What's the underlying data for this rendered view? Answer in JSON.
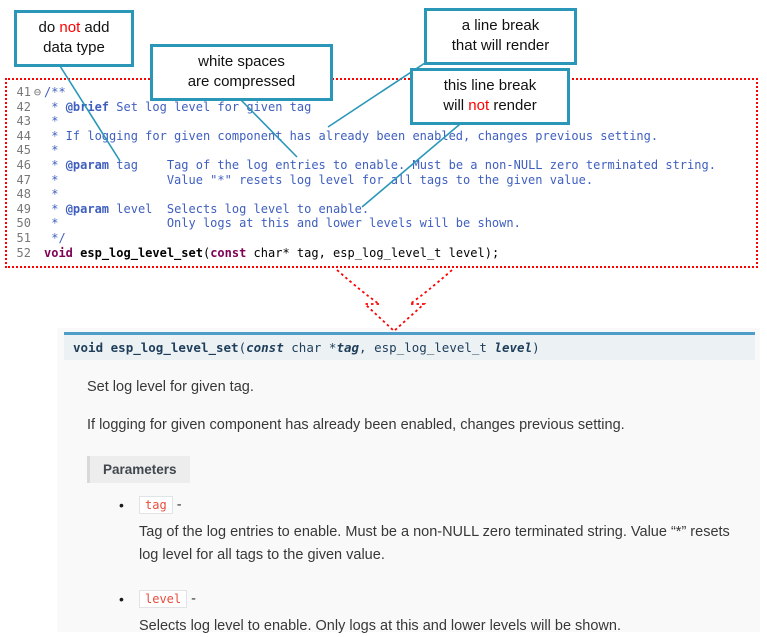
{
  "colors": {
    "callout_accent": "#2a97b8",
    "highlight_red": "#ff0000",
    "doc_comment_blue": "#3f5fbf",
    "keyword_purple": "#7f0055",
    "literal_red": "#e74c3c",
    "signature_border_blue": "#4f9dc9"
  },
  "callouts": {
    "no_datatype": {
      "lines": [
        [
          {
            "t": "do "
          },
          {
            "t": "not",
            "c": "red"
          },
          {
            "t": " add"
          }
        ],
        [
          {
            "t": "data type"
          }
        ]
      ]
    },
    "whitespace": {
      "lines": [
        [
          {
            "t": "white spaces"
          }
        ],
        [
          {
            "t": "are  compressed"
          }
        ]
      ]
    },
    "break_render": {
      "lines": [
        [
          {
            "t": "a line break"
          }
        ],
        [
          {
            "t": "that will render"
          }
        ]
      ]
    },
    "break_norender": {
      "lines": [
        [
          {
            "t": "this line break"
          }
        ],
        [
          {
            "t": "will "
          },
          {
            "t": "not",
            "c": "red"
          },
          {
            "t": " render"
          }
        ]
      ]
    }
  },
  "code": {
    "fold_icon": "⊖",
    "lines": [
      {
        "num": "41",
        "fold": true,
        "segments": [
          {
            "t": "/**",
            "c": "doc"
          }
        ]
      },
      {
        "num": "42",
        "segments": [
          {
            "t": " * ",
            "c": "doc"
          },
          {
            "t": "@brief",
            "c": "tag"
          },
          {
            "t": " Set log level for given tag",
            "c": "doc"
          }
        ]
      },
      {
        "num": "43",
        "segments": [
          {
            "t": " *",
            "c": "doc"
          }
        ]
      },
      {
        "num": "44",
        "segments": [
          {
            "t": " * If logging for given component has already been enabled, changes previous setting.",
            "c": "doc"
          }
        ]
      },
      {
        "num": "45",
        "segments": [
          {
            "t": " *",
            "c": "doc"
          }
        ]
      },
      {
        "num": "46",
        "segments": [
          {
            "t": " * ",
            "c": "doc"
          },
          {
            "t": "@param",
            "c": "tag"
          },
          {
            "t": " tag    Tag of the log entries to enable. Must be a non-NULL zero terminated string.",
            "c": "doc"
          }
        ]
      },
      {
        "num": "47",
        "segments": [
          {
            "t": " *               Value \"*\" resets log level for all tags to the given value.",
            "c": "doc"
          }
        ]
      },
      {
        "num": "48",
        "segments": [
          {
            "t": " *",
            "c": "doc"
          }
        ]
      },
      {
        "num": "49",
        "segments": [
          {
            "t": " * ",
            "c": "doc"
          },
          {
            "t": "@param",
            "c": "tag"
          },
          {
            "t": " level  Selects log level to enable.",
            "c": "doc"
          }
        ]
      },
      {
        "num": "50",
        "segments": [
          {
            "t": " *               Only logs at this and lower levels will be shown.",
            "c": "doc"
          }
        ]
      },
      {
        "num": "51",
        "segments": [
          {
            "t": " */",
            "c": "doc"
          }
        ]
      },
      {
        "num": "52",
        "segments": [
          {
            "t": "void",
            "c": "kw"
          },
          {
            "t": " ",
            "c": "pl"
          },
          {
            "t": "esp_log_level_set",
            "c": "fn"
          },
          {
            "t": "(",
            "c": "pl"
          },
          {
            "t": "const",
            "c": "kw"
          },
          {
            "t": " char* tag, esp_log_level_t level);",
            "c": "pl"
          }
        ]
      }
    ]
  },
  "doc": {
    "bullet": "•",
    "signature": [
      {
        "t": "void ",
        "c": "skw"
      },
      {
        "t": "esp_log_level_set",
        "c": "sname"
      },
      {
        "t": "(",
        "c": "sp"
      },
      {
        "t": "const",
        "c": "skwi"
      },
      {
        "t": "  char *",
        "c": "sp"
      },
      {
        "t": "tag",
        "c": "sarg"
      },
      {
        "t": ", esp_log_level_t ",
        "c": "sp"
      },
      {
        "t": "level",
        "c": "sarg"
      },
      {
        "t": ")",
        "c": "sp"
      }
    ],
    "para1": "Set log level for given tag.",
    "para2": "If logging for given component has already been enabled, changes previous setting.",
    "params_label": "Parameters",
    "params": [
      {
        "name": "tag",
        "dash": " -",
        "desc": "Tag of the log entries to enable. Must be a non-NULL zero terminated string. Value “*” resets log level for all tags to the given value."
      },
      {
        "name": "level",
        "dash": " -",
        "desc": "Selects log level to enable. Only logs at this and lower levels will be shown."
      }
    ]
  }
}
